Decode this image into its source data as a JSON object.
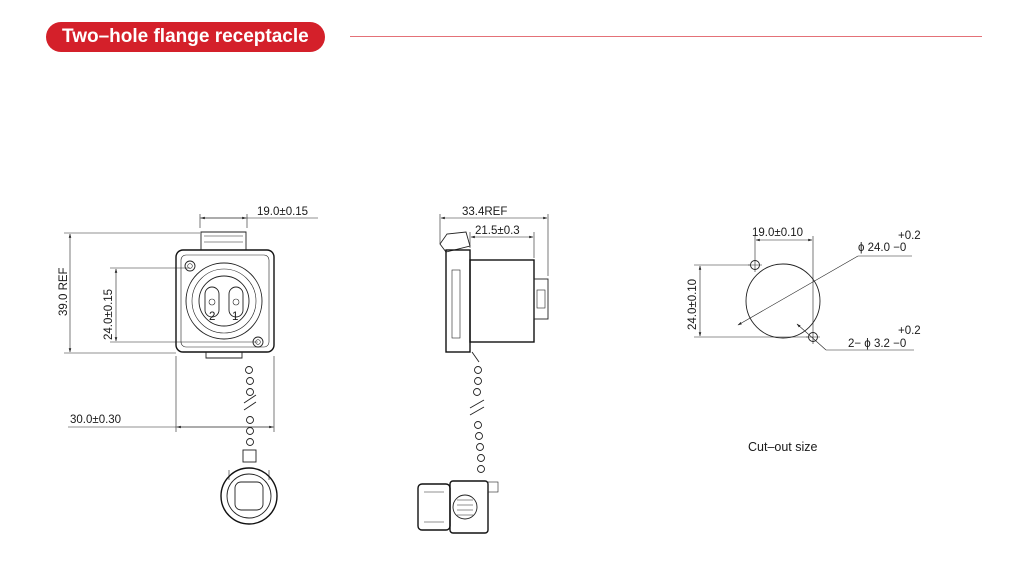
{
  "header": {
    "title": "Two–hole flange receptacle"
  },
  "front_view": {
    "dim_top": "19.0±0.15",
    "dim_left": "39.0 REF",
    "dim_inner": "24.0±0.15",
    "dim_bottom": "30.0±0.30",
    "pin_2": "2",
    "pin_1": "1"
  },
  "side_view": {
    "dim_ref": "33.4REF",
    "dim_depth": "21.5±0.3"
  },
  "cutout": {
    "dim_top": "19.0±0.10",
    "dim_left": "24.0±0.10",
    "diam_main": "ϕ 24.0 −0",
    "diam_main_tol": "+0.2",
    "diam_holes": "2− ϕ 3.2 −0",
    "diam_holes_tol": "+0.2",
    "caption": "Cut–out size"
  },
  "colors": {
    "accent": "#d4202a",
    "rule": "#e47178",
    "line": "#222222"
  }
}
